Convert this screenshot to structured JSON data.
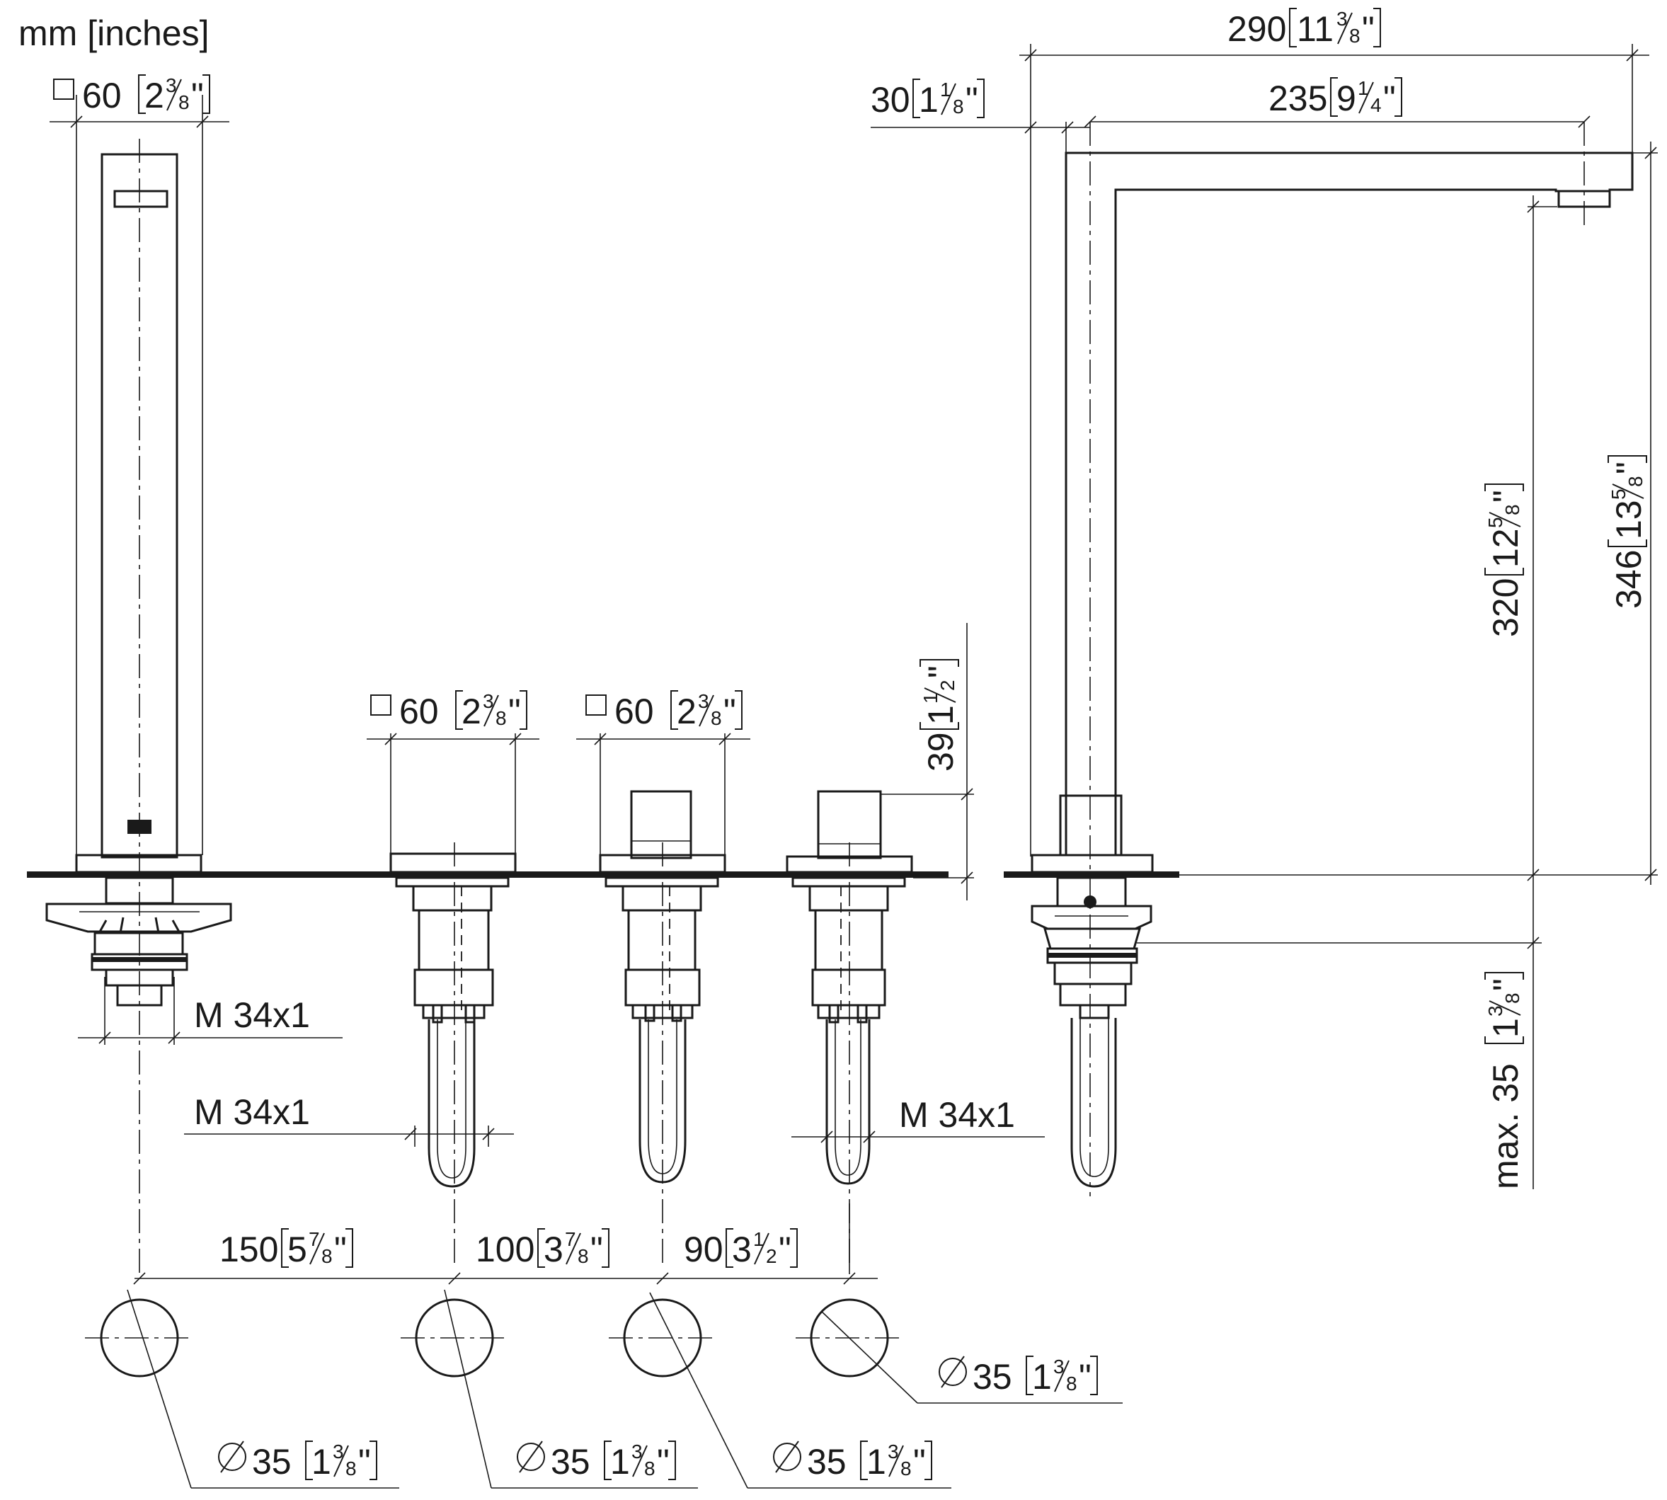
{
  "units_label": "mm [inches]",
  "square_symbol": "□",
  "diameter_symbol": "∅",
  "inch_mark": "\"",
  "dimensions": {
    "spout_square": {
      "mm": "60",
      "whole": "2",
      "num": "3",
      "den": "8"
    },
    "handle1_square": {
      "mm": "60",
      "whole": "2",
      "num": "3",
      "den": "8"
    },
    "handle2_square": {
      "mm": "60",
      "whole": "2",
      "num": "3",
      "den": "8"
    },
    "handle_height": {
      "mm": "39",
      "whole": "1",
      "num": "1",
      "den": "2"
    },
    "projection_total": {
      "mm": "290",
      "whole": "11",
      "num": "3",
      "den": "8"
    },
    "projection_spout": {
      "mm": "235",
      "whole": "9",
      "num": "1",
      "den": "4"
    },
    "spout_thickness": {
      "mm": "30",
      "whole": "1",
      "num": "1",
      "den": "8"
    },
    "height_outlet": {
      "mm": "320",
      "whole": "12",
      "num": "5",
      "den": "8"
    },
    "height_total": {
      "mm": "346",
      "whole": "13",
      "num": "5",
      "den": "8"
    },
    "deck_thickness": {
      "mm": "max. 35",
      "whole": "1",
      "num": "3",
      "den": "8"
    },
    "spacing_1": {
      "mm": "150",
      "whole": "5",
      "num": "7",
      "den": "8"
    },
    "spacing_2": {
      "mm": "100",
      "whole": "3",
      "num": "7",
      "den": "8"
    },
    "spacing_3": {
      "mm": "90",
      "whole": "3",
      "num": "1",
      "den": "2"
    },
    "hole_1": {
      "mm": "35",
      "whole": "1",
      "num": "3",
      "den": "8"
    },
    "hole_2": {
      "mm": "35",
      "whole": "1",
      "num": "3",
      "den": "8"
    },
    "hole_3": {
      "mm": "35",
      "whole": "1",
      "num": "3",
      "den": "8"
    },
    "hole_4": {
      "mm": "35",
      "whole": "1",
      "num": "3",
      "den": "8"
    }
  },
  "threads": {
    "spout": "M 34x1",
    "handle_left": "M 34x1",
    "handle_right": "M 34x1"
  }
}
